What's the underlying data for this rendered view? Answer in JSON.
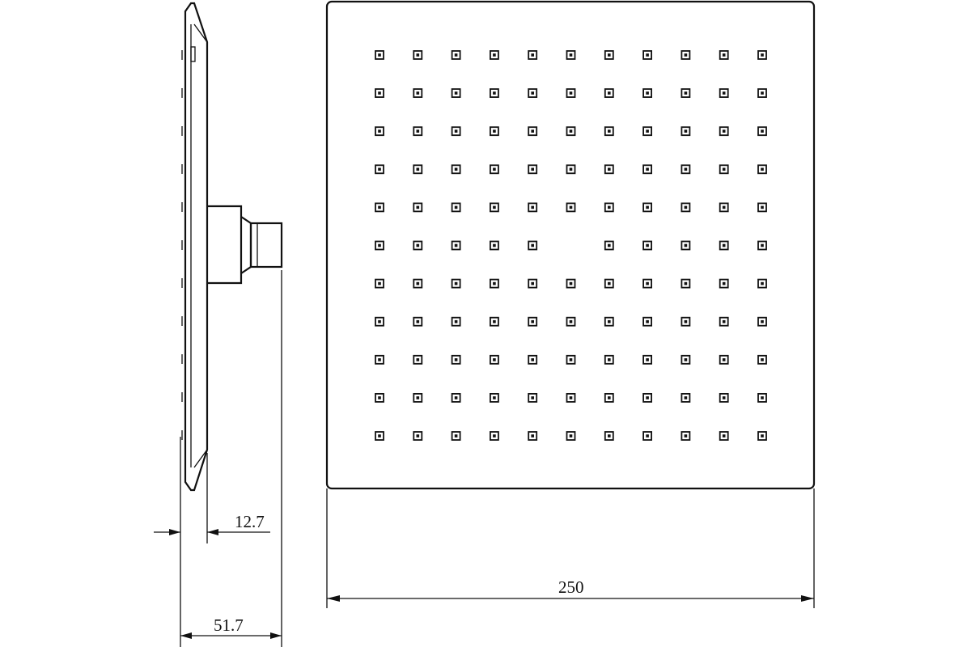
{
  "dimensions": {
    "inlet_offset": "12.7",
    "total_depth": "51.7",
    "width": "250"
  },
  "nozzle_grid": {
    "rows": 11,
    "cols": 11,
    "missing": [
      [
        5,
        5
      ]
    ]
  },
  "colors": {
    "line": "#111111",
    "background": "#ffffff"
  }
}
